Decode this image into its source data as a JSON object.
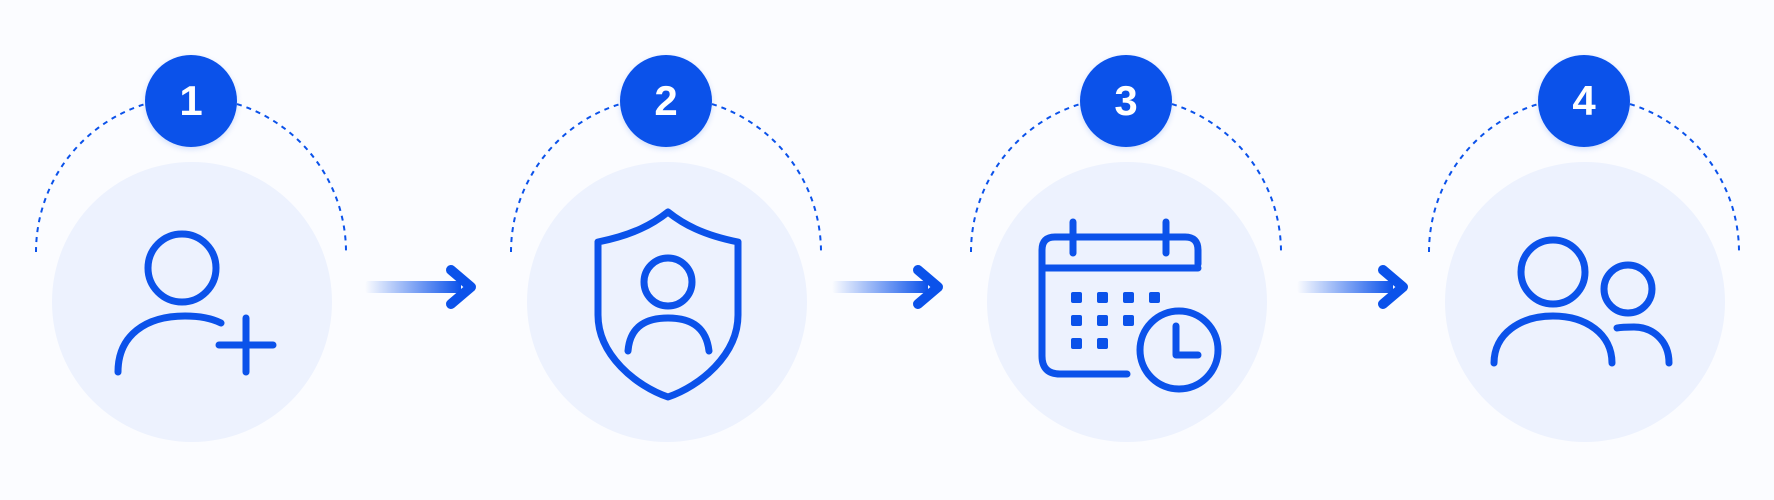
{
  "steps": [
    {
      "number": "1",
      "icon": "user-add-icon"
    },
    {
      "number": "2",
      "icon": "user-shield-icon"
    },
    {
      "number": "3",
      "icon": "calendar-clock-icon"
    },
    {
      "number": "4",
      "icon": "users-group-icon"
    }
  ],
  "colors": {
    "accent": "#0b52ea",
    "bubble": "#edf2fe",
    "background": "#fbfcff"
  }
}
